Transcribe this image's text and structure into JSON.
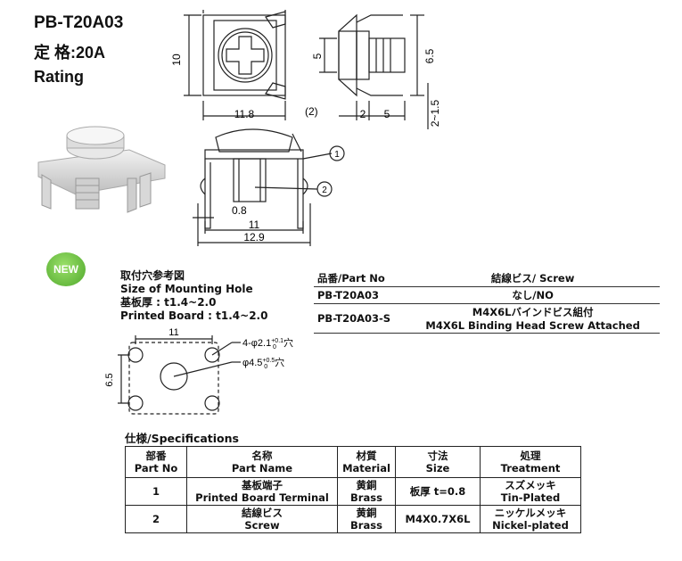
{
  "header": {
    "part": "PB-T20A03",
    "rating_jp": "定 格:20A",
    "rating_en": "Rating"
  },
  "badge": "NEW",
  "dims": {
    "top_width": "11.8",
    "top_height": "10",
    "side_paren": "(2)",
    "side_2": "2",
    "side_5": "5",
    "side_h5": "5",
    "side_65": "6.5",
    "side_215": "2~1.5",
    "front_08": "0.8",
    "front_11": "11",
    "front_129": "12.9",
    "callout_1": "1",
    "callout_2": "2"
  },
  "mounting": {
    "title_jp": "取付穴参考図",
    "title_en": "Size of Mounting Hole",
    "board_jp": "基板厚 : t1.4~2.0",
    "board_en": "Printed Board : t1.4~2.0",
    "dim_11": "11",
    "dim_65": "6.5",
    "hole_small": "4-φ2.1",
    "hole_small_tol_up": "+0.1",
    "hole_small_tol_dn": "0",
    "hole_small_suffix": "穴",
    "hole_big": "φ4.5",
    "hole_big_tol_up": "+0.5",
    "hole_big_tol_dn": "0",
    "hole_big_suffix": "穴"
  },
  "part_table": {
    "header": [
      "品番/Part No",
      "結線ビス/ Screw"
    ],
    "rows": [
      [
        "PB-T20A03",
        "なし/NO",
        ""
      ],
      [
        "PB-T20A03-S",
        "M4X6Lバインドビス組付",
        "M4X6L Binding Head Screw Attached"
      ]
    ]
  },
  "specs": {
    "title": "仕様/Specifications",
    "headers": [
      {
        "jp": "部番",
        "en": "Part No"
      },
      {
        "jp": "名称",
        "en": "Part Name"
      },
      {
        "jp": "材質",
        "en": "Material"
      },
      {
        "jp": "寸法",
        "en": "Size"
      },
      {
        "jp": "処理",
        "en": "Treatment"
      }
    ],
    "rows": [
      {
        "no": "1",
        "name_jp": "基板端子",
        "name_en": "Printed Board Terminal",
        "mat_jp": "黄銅",
        "mat_en": "Brass",
        "size": "板厚 t=0.8",
        "treat_jp": "スズメッキ",
        "treat_en": "Tin-Plated"
      },
      {
        "no": "2",
        "name_jp": "結線ビス",
        "name_en": "Screw",
        "mat_jp": "黄銅",
        "mat_en": "Brass",
        "size": "M4X0.7X6L",
        "treat_jp": "ニッケルメッキ",
        "treat_en": "Nickel-plated"
      }
    ]
  }
}
